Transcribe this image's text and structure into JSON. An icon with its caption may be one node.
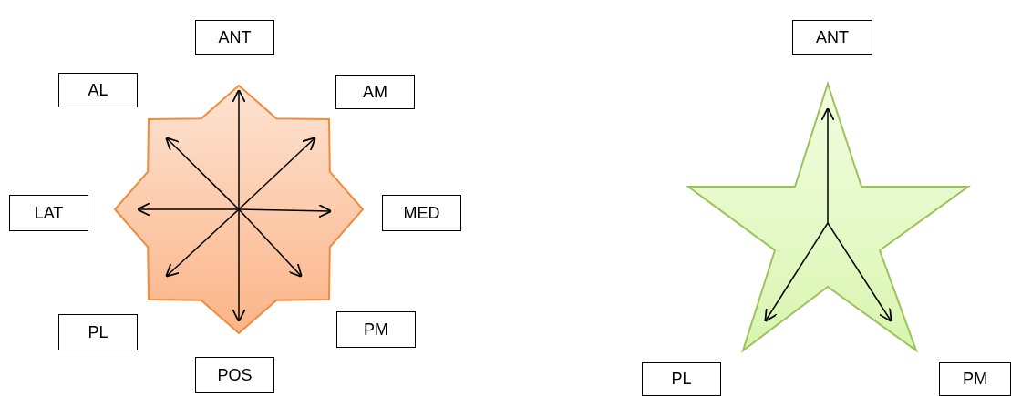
{
  "diagram": {
    "nodes": [
      {
        "text": [
          "ANT"
        ]
      },
      {
        "text": [
          "AL"
        ]
      },
      {
        "text": [
          "AM"
        ]
      },
      {
        "text": [
          "LAT"
        ]
      },
      {
        "text": [
          "MED"
        ]
      },
      {
        "text": [
          "PL"
        ]
      },
      {
        "text": [
          "PM"
        ]
      },
      {
        "text": [
          "POS"
        ]
      },
      {
        "text": [
          "ANT"
        ]
      },
      {
        "text": [
          "PL"
        ]
      },
      {
        "text": [
          "PM"
        ]
      }
    ]
  }
}
